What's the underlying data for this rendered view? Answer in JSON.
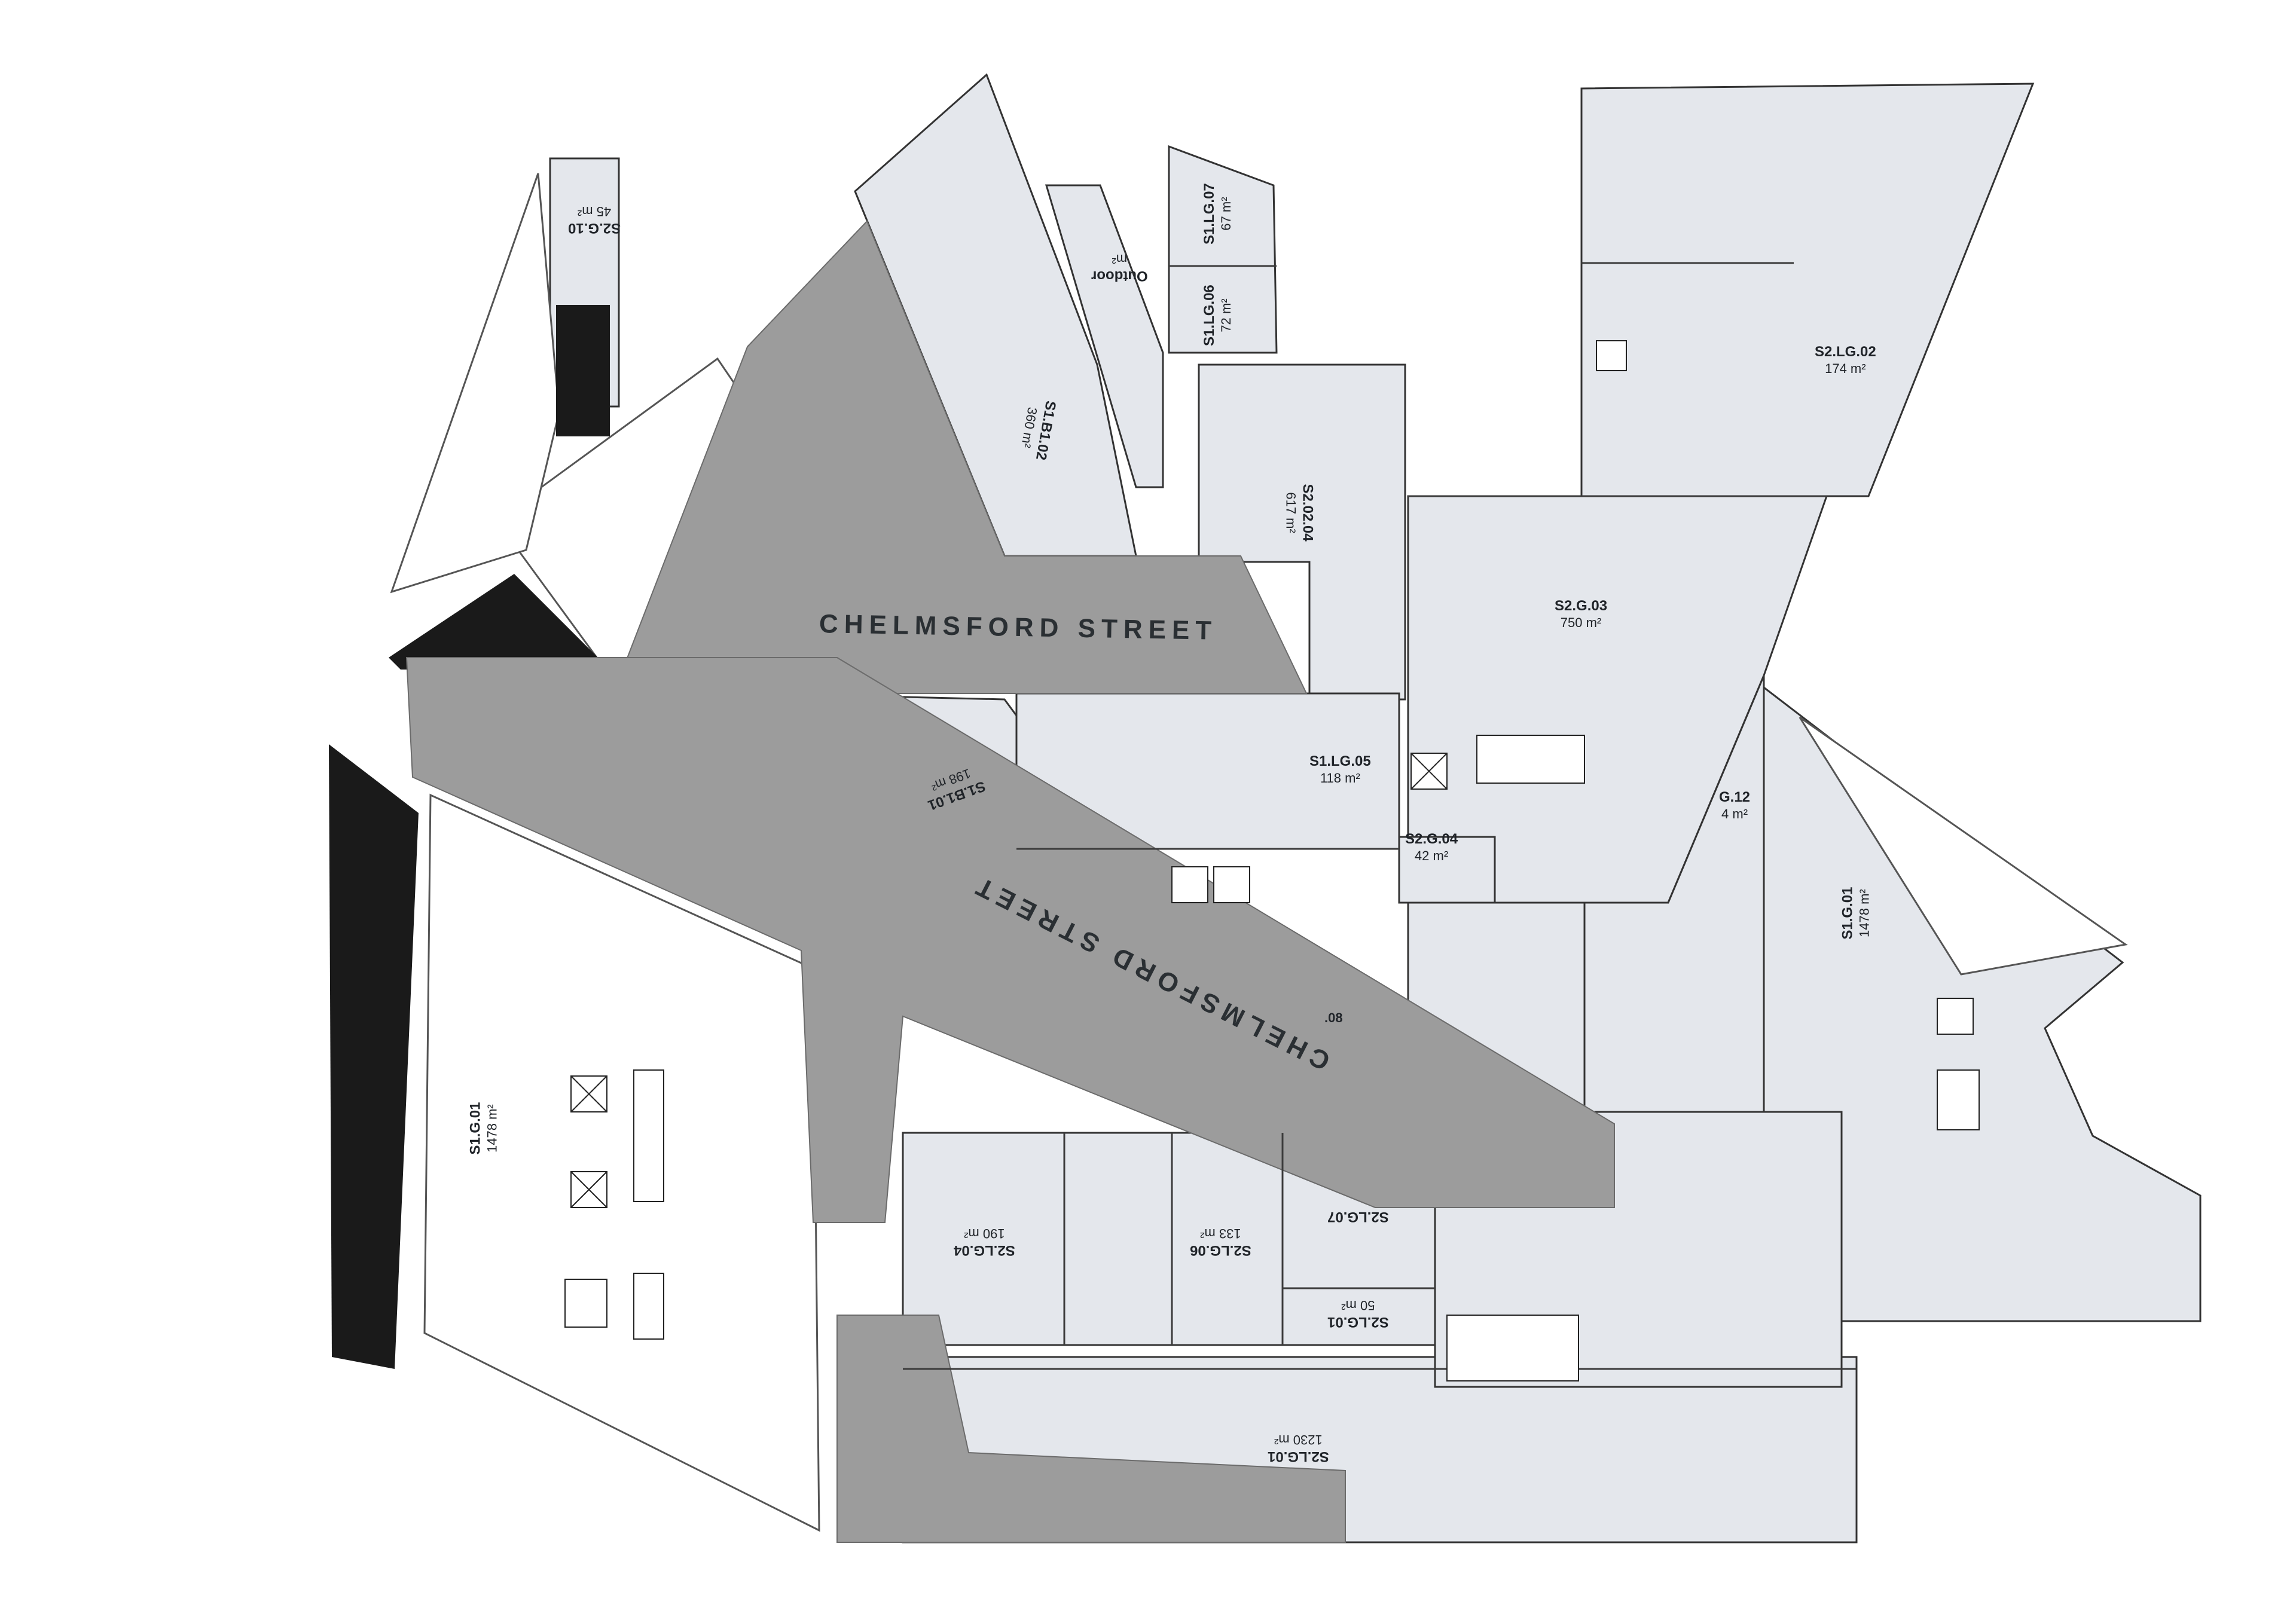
{
  "streets": {
    "top": "CHELMSFORD STREET",
    "diagonal": "CHELMSFORD STREET"
  },
  "units": {
    "s2_g10": {
      "code": "S2.G.10",
      "area": "45 m²"
    },
    "s1_lg07": {
      "code": "S1.LG.07",
      "area": "67 m²"
    },
    "s1_lg06": {
      "code": "S1.LG.06",
      "area": "72 m²"
    },
    "outdoor": {
      "code": "Outdoor",
      "area": "m²"
    },
    "s1_b102": {
      "code": "S1.B1.02",
      "area": "360 m²"
    },
    "s2_0204": {
      "code": "S2.02.04",
      "area": "617 m²"
    },
    "s2_lg02": {
      "code": "S2.LG.02",
      "area": "174 m²"
    },
    "s2_g03": {
      "code": "S2.G.03",
      "area": "750 m²"
    },
    "s1_b101": {
      "code": "S1.B1.01",
      "area": "198 m²"
    },
    "s1_lg05": {
      "code": "S1.LG.05",
      "area": "118 m²"
    },
    "s2_g04": {
      "code": "S2.G.04",
      "area": "42 m²"
    },
    "g12": {
      "code": "G.12",
      "area": "4 m²"
    },
    "s1_g01_right": {
      "code": "S1.G.01",
      "area": "1478 m²"
    },
    "s1_g01_left": {
      "code": "S1.G.01",
      "area": "1478 m²"
    },
    "s2_lg04": {
      "code": "S2.LG.04",
      "area": "190 m²"
    },
    "s2_lg06": {
      "code": "S2.LG.06",
      "area": "133 m²"
    },
    "s2_lg07": {
      "code": "S2.LG.07",
      "area": ""
    },
    "s2_lg01_small": {
      "code": "S2.LG.01",
      "area": "50 m²"
    },
    "s2_lg01_big": {
      "code": "S2.LG.01",
      "area": "1230 m²"
    },
    "fragment_08": {
      "code": ".08",
      "area": ""
    }
  },
  "colors": {
    "background": "#ffffff",
    "unit_fill": "#e4e7ec",
    "street_fill": "#9c9c9c",
    "wall": "#1a1a1a",
    "line": "#3b3b3b"
  }
}
